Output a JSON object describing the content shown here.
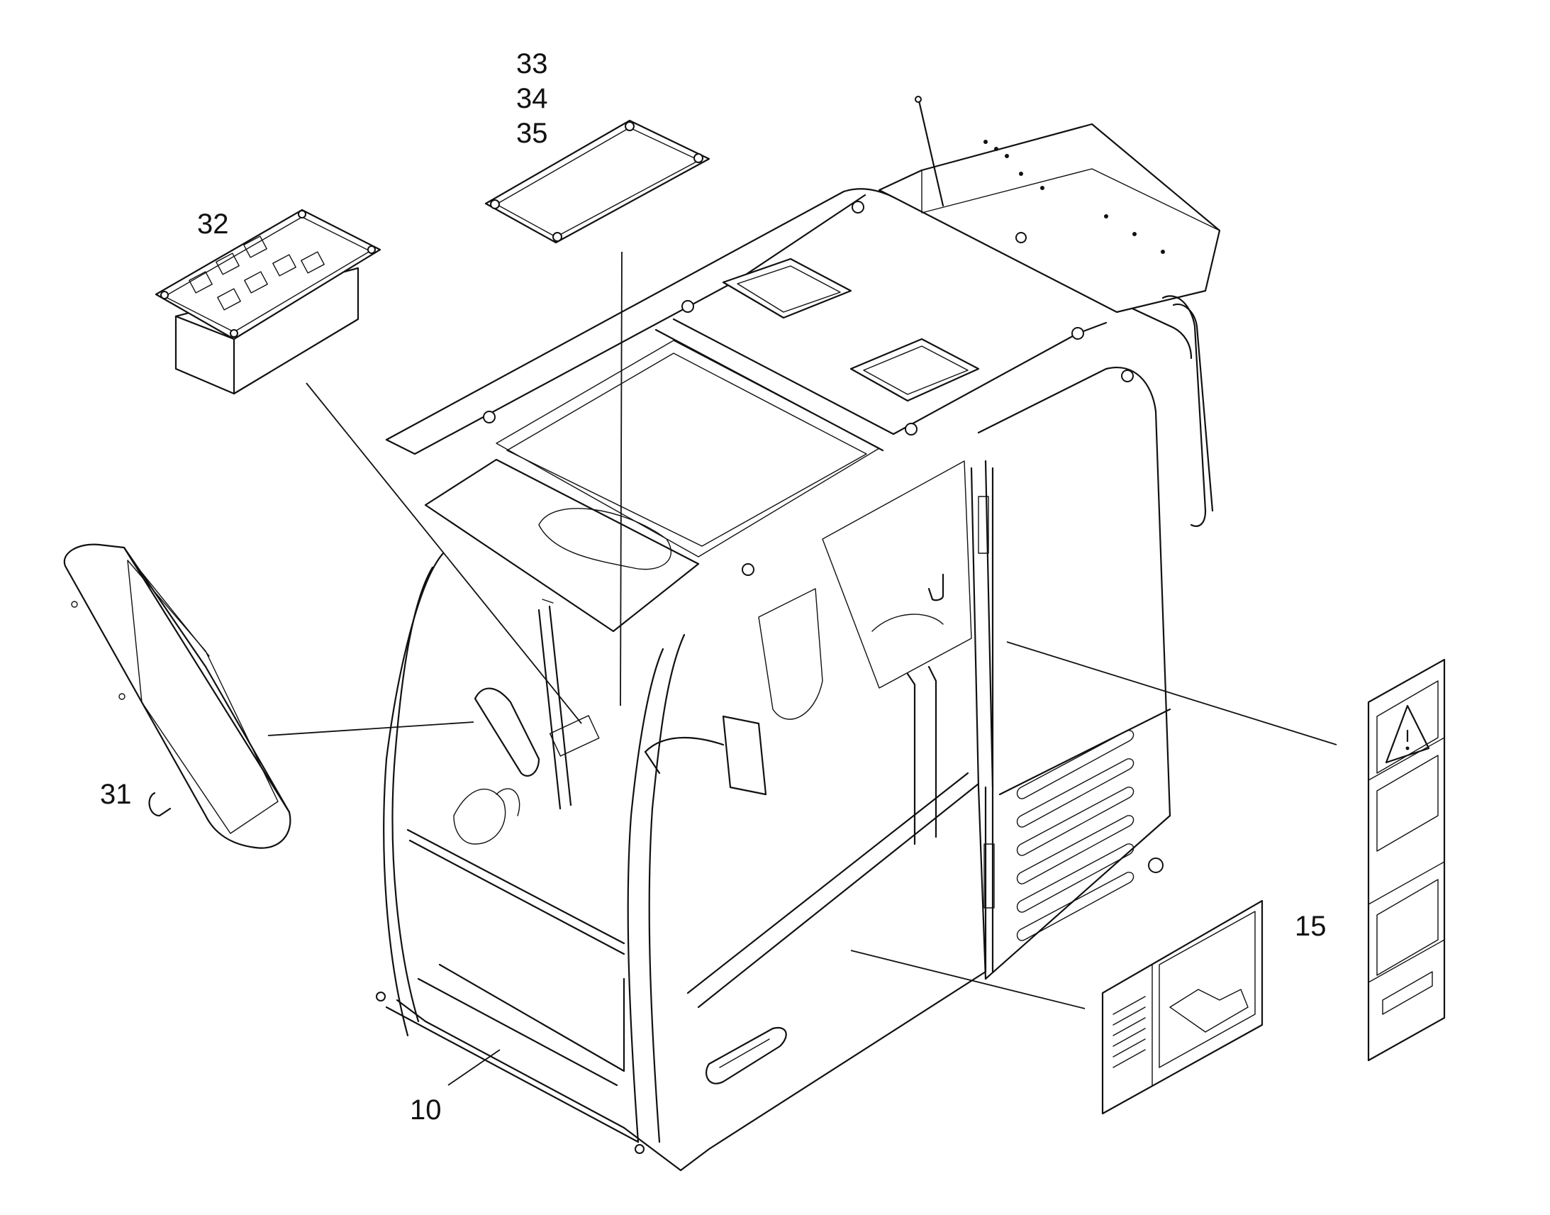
{
  "callouts": {
    "c33": "33",
    "c34": "34",
    "c35": "35",
    "c32": "32",
    "c31": "31",
    "c15": "15",
    "c10": "10"
  },
  "colors": {
    "line": "#111111",
    "background": "#ffffff"
  }
}
